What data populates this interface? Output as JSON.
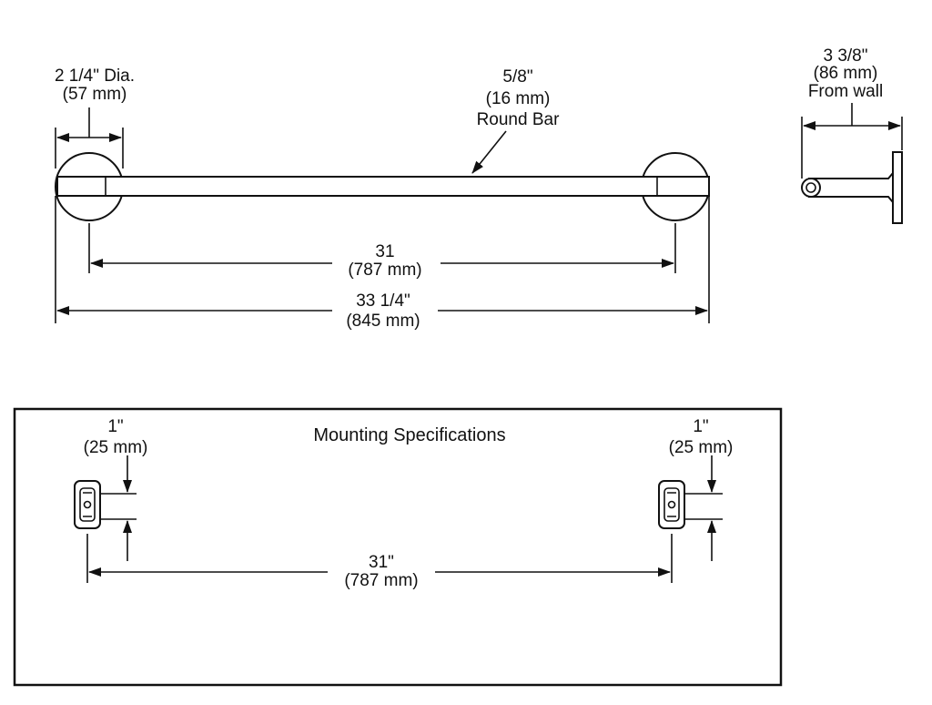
{
  "top_view": {
    "flange_dia": {
      "line1": "2 1/4\" Dia.",
      "line2": "(57 mm)"
    },
    "bar": {
      "line1": "5/8\"",
      "line2": "(16 mm)",
      "line3": "Round Bar"
    },
    "inner_span": {
      "line1": "31",
      "line2": "(787 mm)"
    },
    "overall_span": {
      "line1": "33 1/4\"",
      "line2": "(845 mm)"
    }
  },
  "side_view": {
    "projection": {
      "line1": "3 3/8\"",
      "line2": "(86 mm)",
      "line3": "From wall"
    }
  },
  "mounting": {
    "title": "Mounting Specifications",
    "left_offset": {
      "line1": "1\"",
      "line2": "(25 mm)"
    },
    "right_offset": {
      "line1": "1\"",
      "line2": "(25 mm)"
    },
    "span": {
      "line1": "31\"",
      "line2": "(787 mm)"
    }
  }
}
